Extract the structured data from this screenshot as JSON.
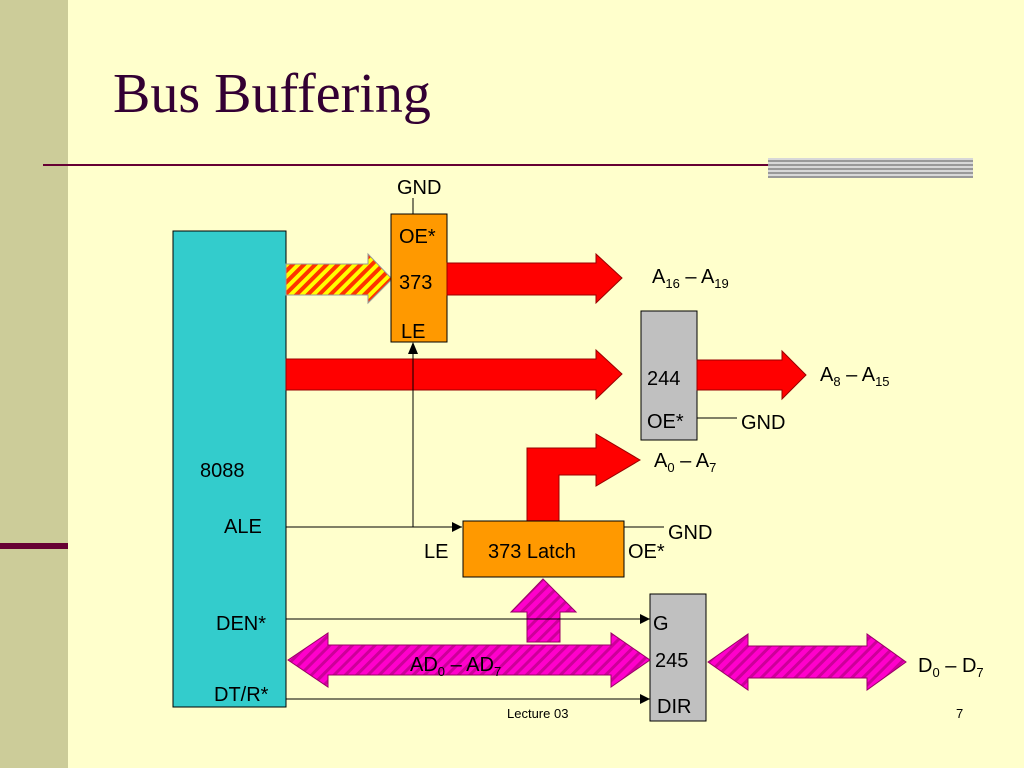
{
  "slide": {
    "title": "Bus Buffering",
    "footer": "Lecture 03",
    "page": "7"
  },
  "colors": {
    "background": "#ffffcc",
    "sidebar": "#cccc99",
    "cpu": "#33cccc",
    "latch": "#ff9900",
    "buffer": "#c0c0c0",
    "address_arrow": "#ff0000",
    "data_arrow": "#ff00cc",
    "title": "#330033"
  },
  "diagram": {
    "cpu_label": "8088",
    "pins": {
      "ale": "ALE",
      "den": "DEN*",
      "dtr": "DT/R*"
    },
    "upper_latch": {
      "oe": "OE*",
      "name": "373",
      "le": "LE",
      "gnd": "GND"
    },
    "buffer244": {
      "name": "244",
      "oe": "OE*",
      "gnd": "GND"
    },
    "latch": {
      "name": "373 Latch",
      "le": "LE",
      "oe": "OE*",
      "gnd": "GND"
    },
    "transceiver": {
      "g": "G",
      "name": "245",
      "dir": "DIR"
    },
    "bus_labels": {
      "a16_a19": {
        "base1": "A",
        "sub1": "16",
        "dash": " – ",
        "base2": "A",
        "sub2": "19"
      },
      "a8_a15": {
        "base1": "A",
        "sub1": "8",
        "dash": " – ",
        "base2": "A",
        "sub2": "15"
      },
      "a0_a7": {
        "base1": "A",
        "sub1": "0",
        "dash": " – ",
        "base2": "A",
        "sub2": "7"
      },
      "ad0_ad7": {
        "base1": "AD",
        "sub1": "0",
        "dash": " – ",
        "base2": "AD",
        "sub2": "7"
      },
      "d0_d7": {
        "base1": "D",
        "sub1": "0",
        "dash": " – ",
        "base2": "D",
        "sub2": "7"
      }
    }
  }
}
